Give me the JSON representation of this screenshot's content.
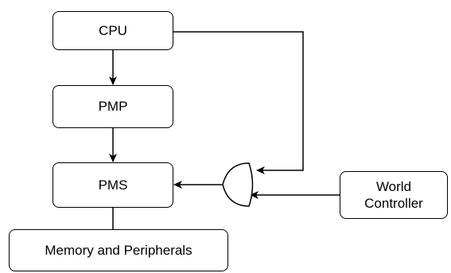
{
  "diagram": {
    "nodes": {
      "cpu": "CPU",
      "pmp": "PMP",
      "pms": "PMS",
      "memory": "Memory and Peripherals",
      "world_controller_line1": "World",
      "world_controller_line2": "Controller"
    },
    "gate": {
      "type": "OR",
      "inputs": [
        "CPU",
        "World Controller"
      ],
      "output": "PMS"
    },
    "edges": [
      {
        "from": "CPU",
        "to": "PMP"
      },
      {
        "from": "PMP",
        "to": "PMS"
      },
      {
        "from": "CPU",
        "to": "OR gate"
      },
      {
        "from": "World Controller",
        "to": "OR gate"
      },
      {
        "from": "OR gate",
        "to": "PMS"
      },
      {
        "from": "PMS",
        "to": "Memory and Peripherals"
      }
    ],
    "colors": {
      "stroke": "#000000",
      "fill": "#ffffff"
    }
  }
}
